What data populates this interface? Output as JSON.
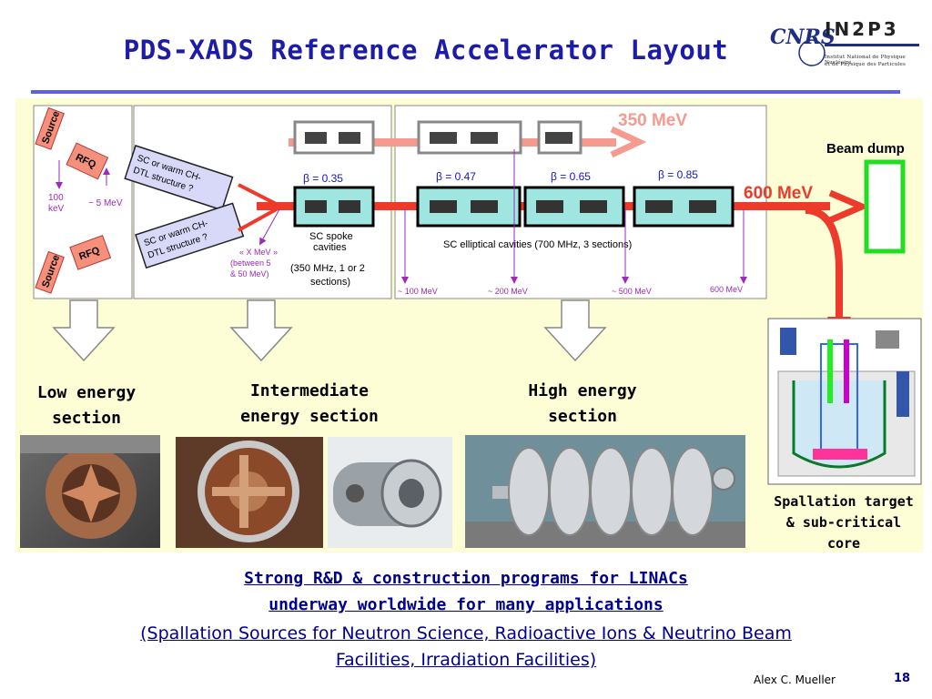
{
  "slide": {
    "title": "PDS-XADS Reference Accelerator Layout",
    "author": "Alex C. Mueller",
    "page_number": "18"
  },
  "logo": {
    "left_mark": "CNRS",
    "name": "IN2P3",
    "subtitle_line1": "Institut National de Physique Nucléaire",
    "subtitle_line2": "et de Physique des Particules"
  },
  "diagram": {
    "low_energy": {
      "source_top": "Source",
      "source_bottom": "Source",
      "rfq_top": "RFQ",
      "rfq_bottom": "RFQ",
      "energy_100": [
        "100",
        "keV"
      ],
      "energy_5": "~ 5 MeV"
    },
    "intermediate": {
      "dtl_top": [
        "SC or warm CH-",
        "DTL structure ?"
      ],
      "dtl_bottom": [
        "SC or warm CH-",
        "DTL structure ?"
      ],
      "x_mev": [
        "« X MeV »",
        "(between 5",
        "& 50 MeV)"
      ],
      "beta": "β = 0.35",
      "spoke": [
        "SC spoke",
        "cavities",
        "(350 MHz, 1 or 2",
        "sections)"
      ]
    },
    "high": {
      "beta1": "β = 0.47",
      "beta2": "β = 0.65",
      "beta3": "β = 0.85",
      "elliptical": "SC elliptical cavities (700 MHz, 3 sections)",
      "e100": "~ 100 MeV",
      "e200": "~ 200 MeV",
      "e500": "~ 500 MeV",
      "e600": "600 MeV"
    },
    "beam_350": "350 MeV",
    "beam_600": "600 MeV",
    "beam_dump": "Beam dump"
  },
  "sections": {
    "low": [
      "Low energy",
      "section"
    ],
    "intermediate": [
      "Intermediate",
      "energy section"
    ],
    "high": [
      "High energy",
      "section"
    ],
    "spallation": [
      "Spallation target",
      "& sub-critical",
      "core"
    ]
  },
  "footer": {
    "line1": "Strong R&D & construction programs for LINACs",
    "line2": "underway worldwide for many applications",
    "line3": "(Spallation Sources for Neutron Science, Radioactive Ions & Neutrino Beam",
    "line4": "Facilities, Irradiation Facilities)"
  },
  "colors": {
    "title": "#1c1ca8",
    "beam_red": "#ee3a2a",
    "beam_pink": "#f59a8e",
    "cavity_teal": "#9fe6e0",
    "beta_blue": "#1414c8",
    "dump_green": "#22dd22",
    "panel_bg": "#fefed6"
  }
}
